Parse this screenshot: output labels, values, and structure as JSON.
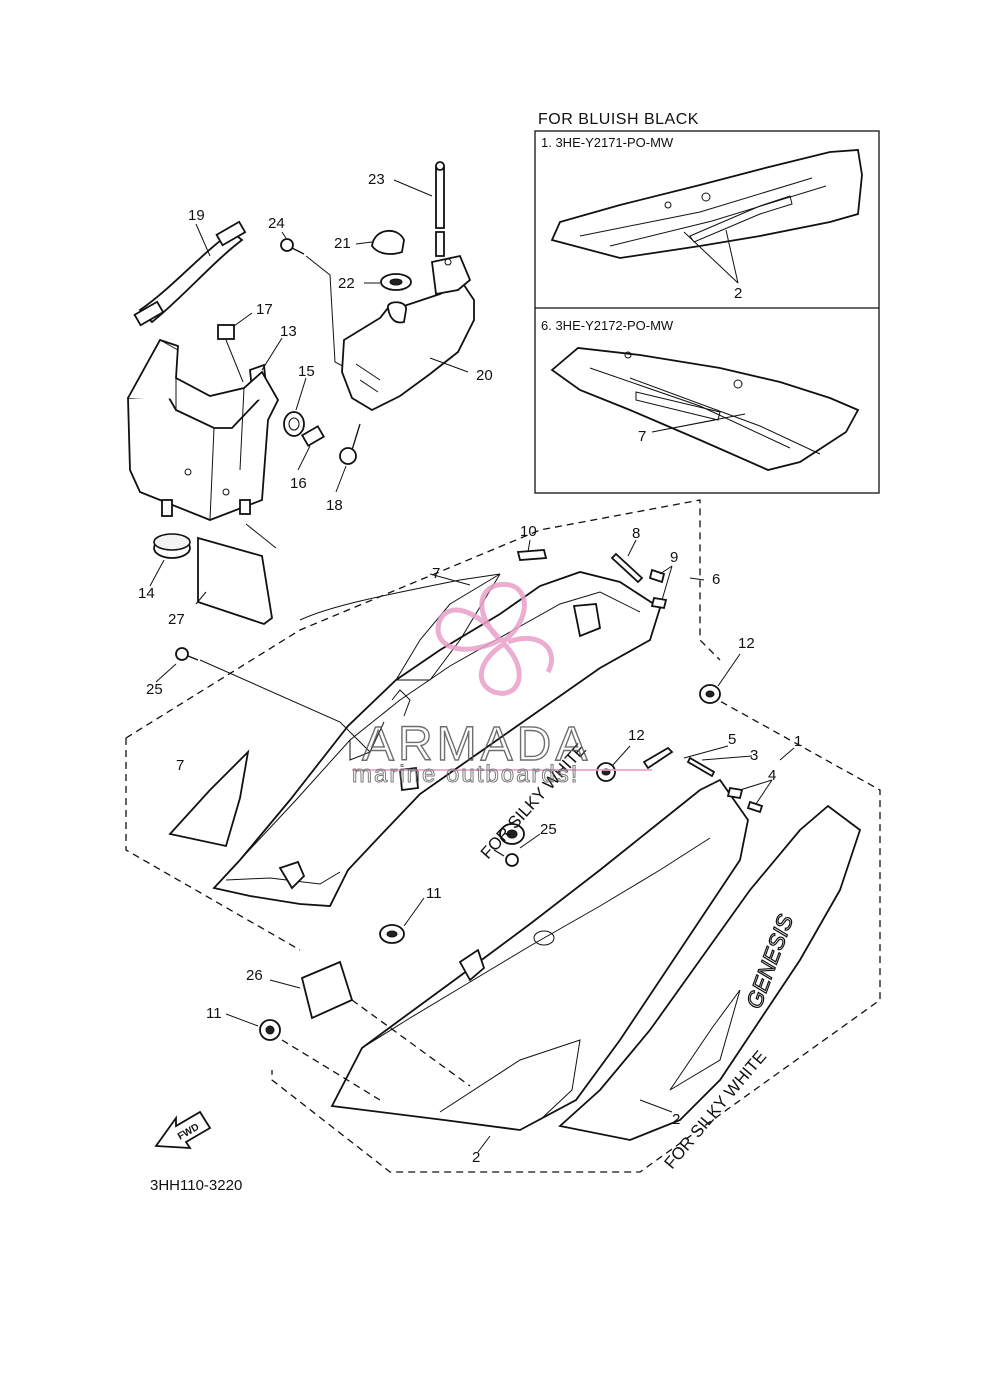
{
  "inset": {
    "header": "FOR BLUISH BLACK",
    "variant_1": "1. 3HE-Y2171-PO-MW",
    "variant_6": "6. 3HE-Y2172-PO-MW",
    "callout_2": "2",
    "callout_7": "7"
  },
  "callouts": {
    "c1": "1",
    "c2a": "2",
    "c2b": "2",
    "c3": "3",
    "c4": "4",
    "c5": "5",
    "c6": "6",
    "c7a": "7",
    "c7b": "7",
    "c8": "8",
    "c9": "9",
    "c10": "10",
    "c11a": "11",
    "c11b": "11",
    "c12a": "12",
    "c12b": "12",
    "c13": "13",
    "c14": "14",
    "c15": "15",
    "c16": "16",
    "c17": "17",
    "c18": "18",
    "c19": "19",
    "c20": "20",
    "c21": "21",
    "c22": "22",
    "c23": "23",
    "c24": "24",
    "c25a": "25",
    "c25b": "25",
    "c26": "26",
    "c27": "27"
  },
  "labels": {
    "silky_white_upper": "FOR SILKY WHITE",
    "silky_white_lower": "FOR SILKY WHITE",
    "fwd": "FWD",
    "decal": "GENESIS",
    "catalog_code": "3HH110-3220"
  },
  "watermark": {
    "brand": "ARMADA",
    "tagline": "marine outboards!",
    "accent_color": "#e8a0c8"
  }
}
